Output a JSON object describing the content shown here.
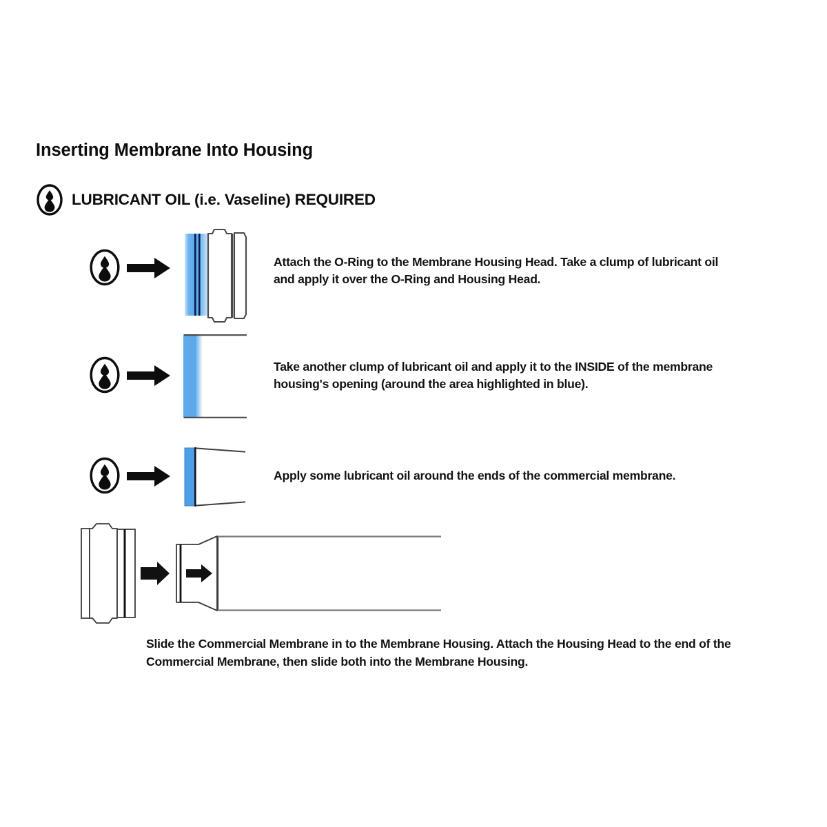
{
  "document": {
    "title": "Inserting Membrane Into Housing",
    "requirement_notice": "LUBRICANT OIL (i.e. Vaseline) REQUIRED",
    "requirement_icon": "oil-drop-icon"
  },
  "colors": {
    "ink": "#0d0d0d",
    "line": "#3a3a3a",
    "oring_blue": "#5aa8ee",
    "oring_blue_light": "#bcdcf8",
    "oring_dark_line": "#0c1f52",
    "membrane_blue": "#4d9fe8",
    "background": "#ffffff"
  },
  "steps": [
    {
      "index": 1,
      "icon": "oil-drop-icon",
      "arrow": "arrow-right-icon",
      "art": "housing-head-with-oring",
      "text": "Attach the O-Ring to the Membrane Housing Head. Take a clump of lubricant oil and apply it over the O-Ring and Housing Head."
    },
    {
      "index": 2,
      "icon": "oil-drop-icon",
      "arrow": "arrow-right-icon",
      "art": "membrane-housing-opening",
      "text": "Take another clump of lubricant oil and apply it to the INSIDE of the membrane housing's opening (around the area highlighted in blue)."
    },
    {
      "index": 3,
      "icon": "oil-drop-icon",
      "arrow": "arrow-right-icon",
      "art": "commercial-membrane-end",
      "text": "Apply some lubricant oil around the ends of the commercial membrane."
    }
  ],
  "assembly": {
    "parts": [
      {
        "name": "housing-head",
        "label": "Housing Head"
      },
      {
        "name": "assembly-arrow-1",
        "label": "arrow-right-icon"
      },
      {
        "name": "commercial-membrane",
        "label": "Commercial Membrane"
      },
      {
        "name": "assembly-arrow-2",
        "label": "arrow-right-icon"
      },
      {
        "name": "membrane-housing",
        "label": "Membrane Housing"
      }
    ],
    "caption": "Slide the Commercial Membrane in to the Membrane Housing. Attach the Housing Head to the end of the Commercial Membrane, then slide both into the Membrane Housing."
  }
}
